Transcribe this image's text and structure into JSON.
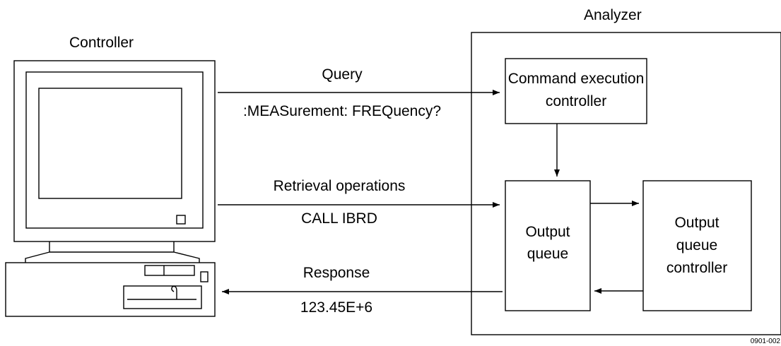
{
  "controller": {
    "title": "Controller"
  },
  "analyzer": {
    "title": "Analyzer"
  },
  "boxes": {
    "command_execution": [
      "Command execution",
      "controller"
    ],
    "output_queue": [
      "Output",
      "queue"
    ],
    "output_queue_controller": [
      "Output",
      "queue",
      "controller"
    ]
  },
  "arrows": {
    "query": {
      "label": "Query",
      "detail": ":MEASurement: FREQuency?"
    },
    "retrieval": {
      "label": "Retrieval operations",
      "detail": "CALL IBRD"
    },
    "response": {
      "label": "Response",
      "detail": "123.45E+6"
    }
  },
  "figure_id": "0901-002"
}
